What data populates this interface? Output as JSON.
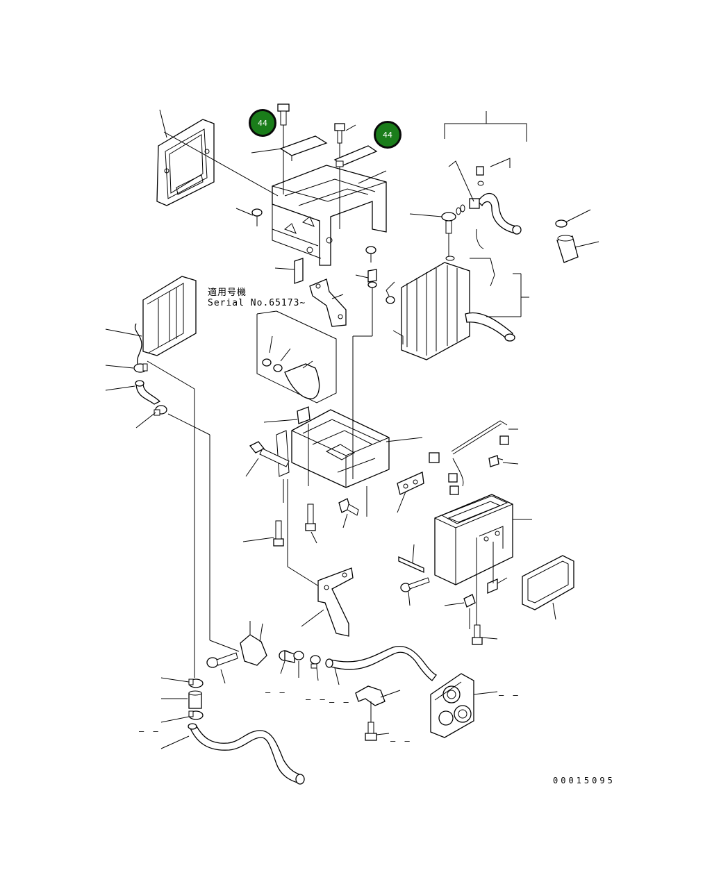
{
  "callouts": [
    {
      "label": "44"
    },
    {
      "label": "44"
    }
  ],
  "applicability_note": {
    "line1": "適用号機",
    "line2": "Serial No.65173~"
  },
  "dash_marks": [
    "– –",
    "– –",
    "– –",
    "– –",
    "– –",
    "– –"
  ],
  "drawing_number": "00015095"
}
